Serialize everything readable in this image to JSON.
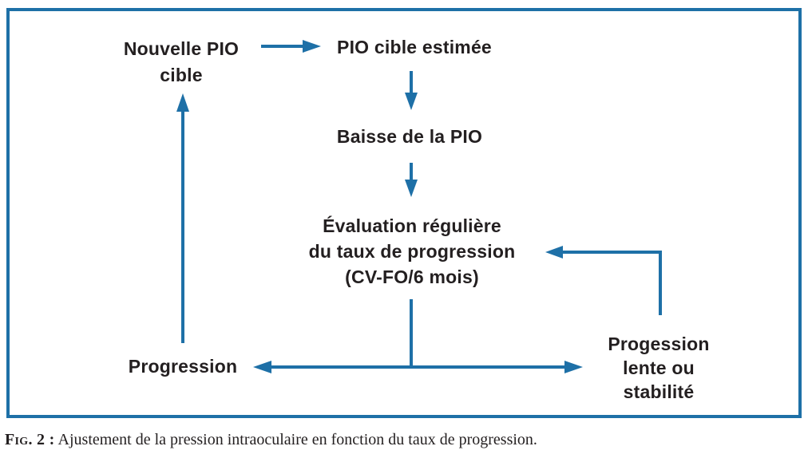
{
  "colors": {
    "accent": "#1e70a7",
    "text": "#231f20"
  },
  "diagram": {
    "nodes": {
      "nouvelle_pio": "Nouvelle PIO\ncible",
      "pio_cible_estimee": "PIO cible estimée",
      "baisse_pio": "Baisse de la PIO",
      "evaluation": "Évaluation régulière\ndu taux de progression\n(CV-FO/6 mois)",
      "progression": "Progression",
      "progression_lente": "Progession\nlente ou\nstabilité"
    }
  },
  "caption": {
    "label": "Fig. 2 :",
    "text": "Ajustement de la pression intraoculaire en fonction du taux de progression."
  }
}
